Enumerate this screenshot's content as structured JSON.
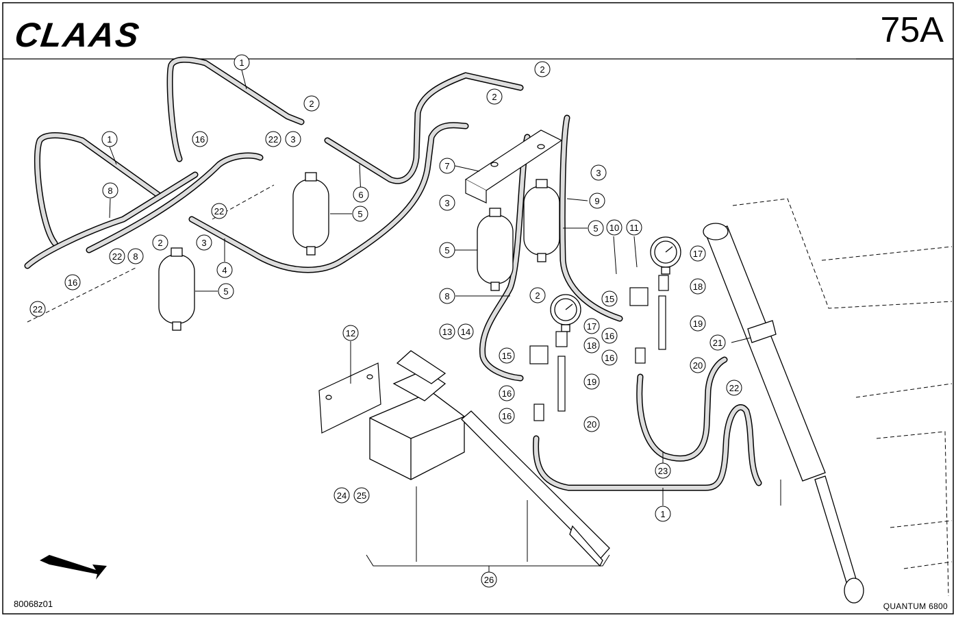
{
  "header": {
    "brand": "CLAAS",
    "page_number": "75A"
  },
  "footer": {
    "drawing_number": "80068z01",
    "model": "QUANTUM 6800"
  },
  "callouts": {
    "c1a": "1",
    "c1b": "1",
    "c1c": "1",
    "c2a": "2",
    "c2b": "2",
    "c2c": "2",
    "c2d": "2",
    "c2e": "2",
    "c3a": "3",
    "c3b": "3",
    "c3c": "3",
    "c3d": "3",
    "c4": "4",
    "c5a": "5",
    "c5b": "5",
    "c5c": "5",
    "c5d": "5",
    "c6": "6",
    "c7": "7",
    "c8a": "8",
    "c8b": "8",
    "c8c": "8",
    "c9": "9",
    "c10": "10",
    "c11": "11",
    "c12": "12",
    "c13": "13",
    "c14": "14",
    "c15a": "15",
    "c15b": "15",
    "c16a": "16",
    "c16b": "16",
    "c16c": "16",
    "c16d": "16",
    "c16e": "16",
    "c16f": "16",
    "c17a": "17",
    "c17b": "17",
    "c18a": "18",
    "c18b": "18",
    "c19a": "19",
    "c19b": "19",
    "c20a": "20",
    "c20b": "20",
    "c21": "21",
    "c22a": "22",
    "c22b": "22",
    "c22c": "22",
    "c22d": "22",
    "c22e": "22",
    "c23": "23",
    "c24": "24",
    "c25": "25",
    "c26": "26"
  }
}
